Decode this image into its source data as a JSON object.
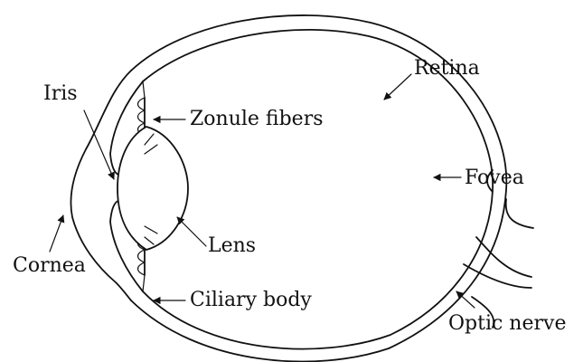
{
  "labels": {
    "iris": "Iris",
    "cornea": "Cornea",
    "zonule_fibers": "Zonule fibers",
    "lens": "Lens",
    "ciliary_body": "Ciliary body",
    "retina": "Retina",
    "fovea": "Fovea",
    "optic_nerve": "Optic nerve"
  },
  "colors": {
    "ink": "#111111",
    "background": "#ffffff"
  }
}
